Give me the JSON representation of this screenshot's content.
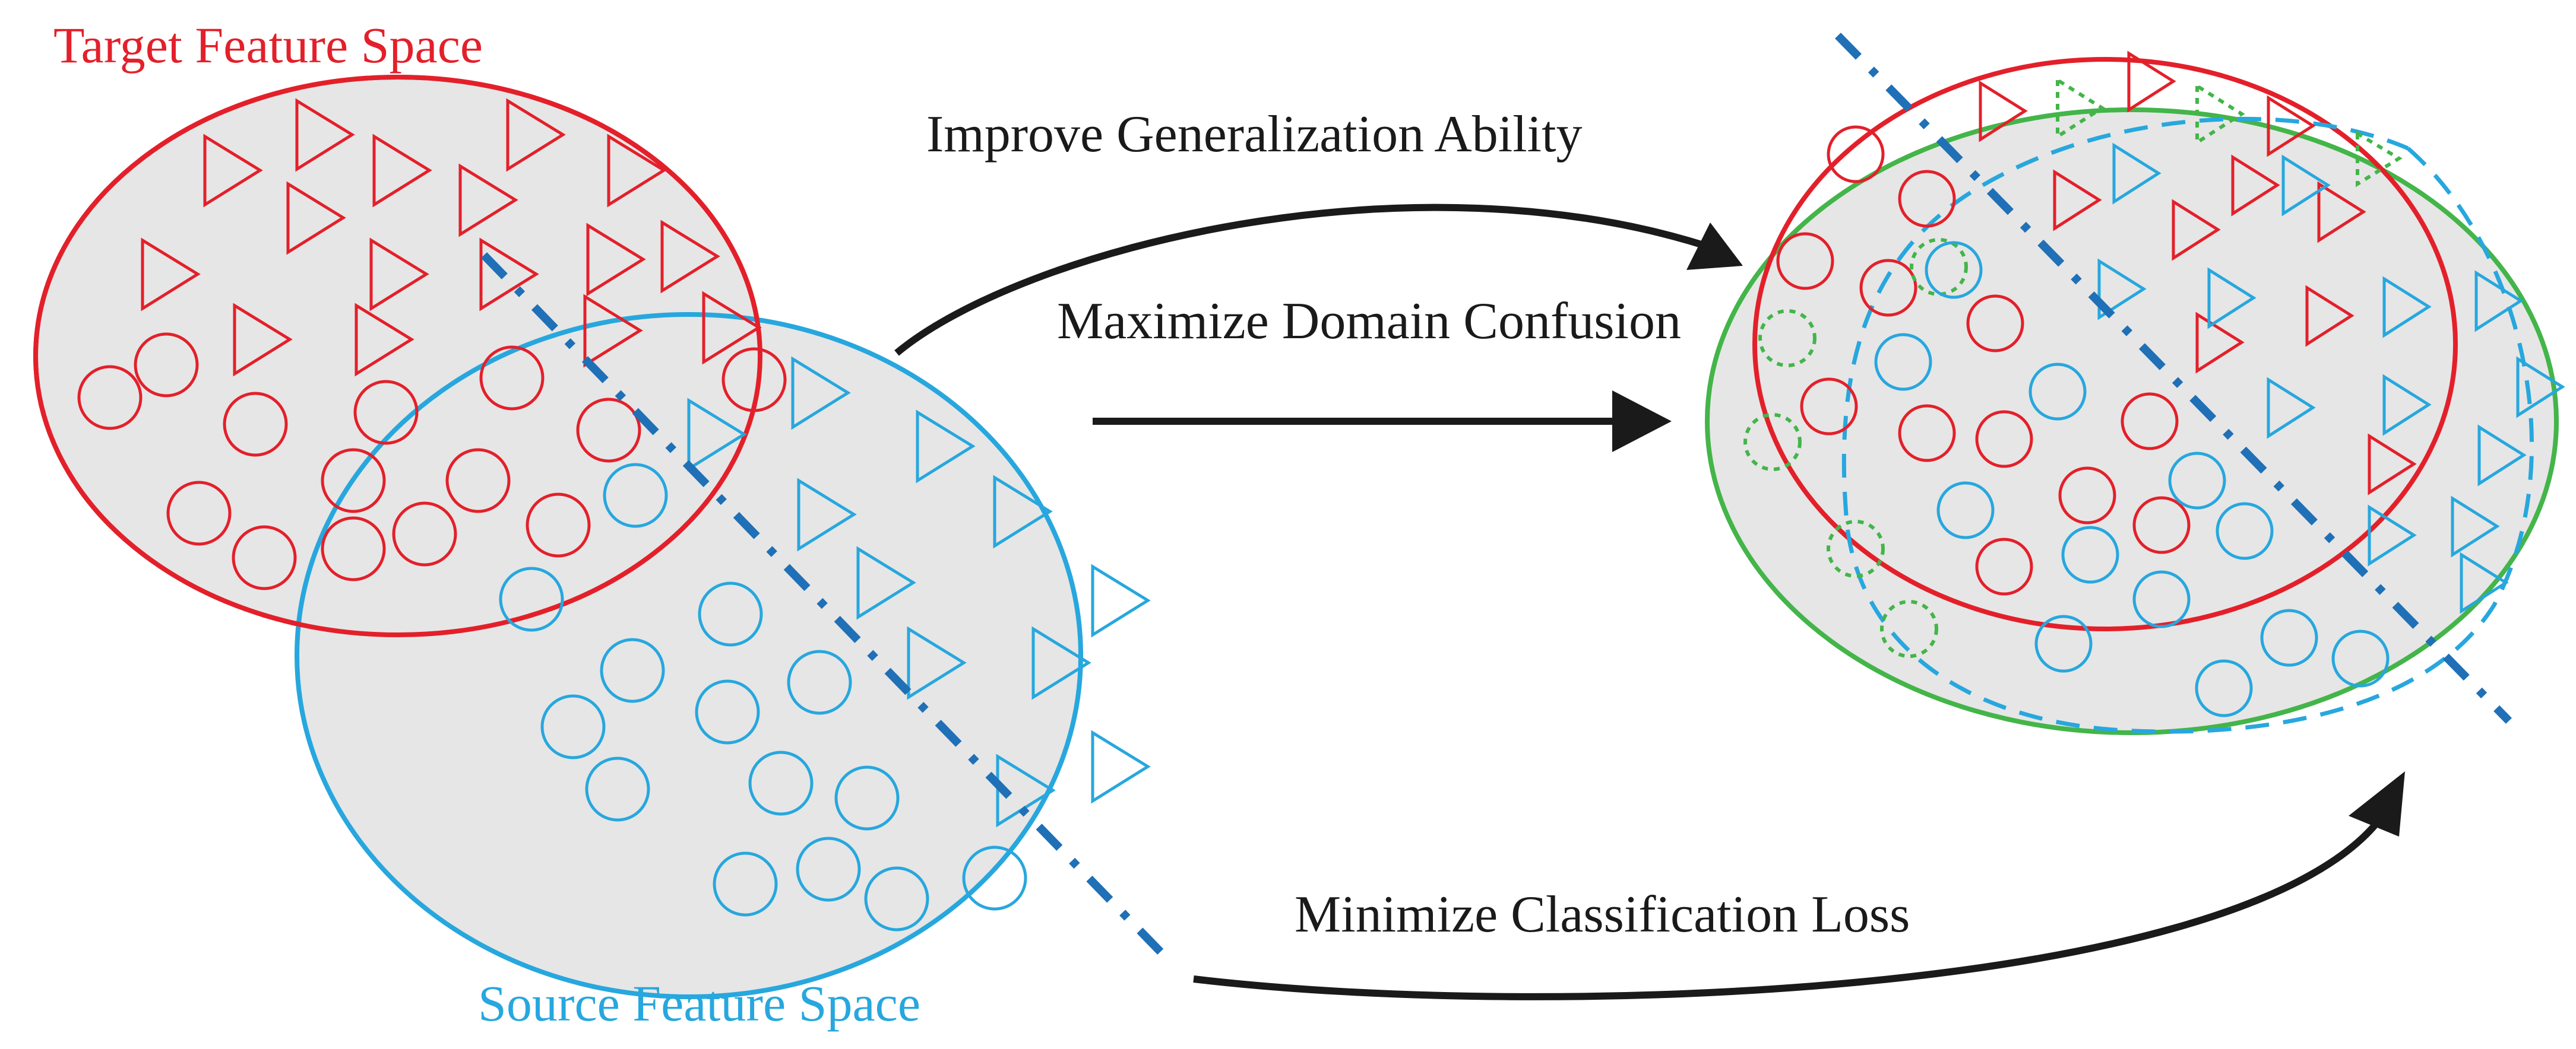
{
  "labels": {
    "target_space": "Target Feature Space",
    "source_space": "Source Feature Space",
    "improve": "Improve Generalization Ability",
    "maximize": "Maximize Domain Confusion",
    "minimize": "Minimize Classification Loss"
  },
  "colors": {
    "target": "#e3202a",
    "source": "#27a7de",
    "merged": "#43b549",
    "fill": "#e6e6e6",
    "arrow": "#1a1a1a",
    "boundary": "#1f70b6"
  }
}
